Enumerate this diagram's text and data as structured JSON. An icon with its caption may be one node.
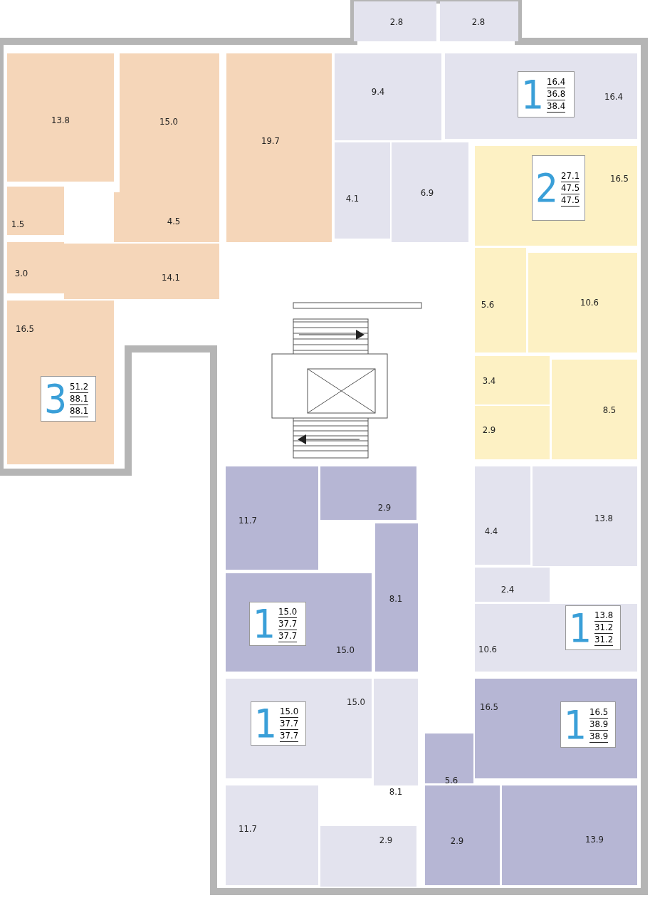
{
  "diagram": {
    "nodes": [
      {
        "text": [
          "2.8"
        ]
      },
      {
        "text": [
          "2.8"
        ]
      },
      {
        "text": [
          "13.8"
        ]
      },
      {
        "text": [
          "15.0"
        ]
      },
      {
        "text": [
          "19.7"
        ]
      },
      {
        "text": [
          "1.5"
        ]
      },
      {
        "text": [
          "4.5"
        ]
      },
      {
        "text": [
          "3.0"
        ]
      },
      {
        "text": [
          "14.1"
        ]
      },
      {
        "text": [
          "16.5"
        ]
      },
      {
        "text": [
          "3",
          "51.2",
          "88.1",
          "88.1"
        ],
        "in": 9
      },
      {
        "text": [
          "9.4"
        ]
      },
      {
        "text": [
          "16.4"
        ]
      },
      {
        "text": [
          "1",
          "16.4",
          "36.8",
          "38.4"
        ],
        "in": 12
      },
      {
        "text": [
          "4.1"
        ]
      },
      {
        "text": [
          "6.9"
        ]
      },
      {
        "text": [
          "16.5"
        ]
      },
      {
        "text": [
          "2",
          "27.1",
          "47.5",
          "47.5"
        ],
        "in": 16
      },
      {
        "text": [
          "5.6"
        ]
      },
      {
        "text": [
          "10.6"
        ]
      },
      {
        "text": [
          "3.4"
        ]
      },
      {
        "text": [
          "2.9"
        ]
      },
      {
        "text": [
          "8.5"
        ]
      },
      {
        "text": [
          "4.4"
        ]
      },
      {
        "text": [
          "13.8"
        ]
      },
      {
        "text": [
          "2.4"
        ]
      },
      {
        "text": [
          "10.6"
        ]
      },
      {
        "text": [
          "1",
          "13.8",
          "31.2",
          "31.2"
        ],
        "in": 26
      },
      {
        "text": [
          "11.7"
        ]
      },
      {
        "text": [
          "2.9"
        ]
      },
      {
        "text": [
          "8.1"
        ]
      },
      {
        "text": [
          "15.0"
        ]
      },
      {
        "text": [
          "1",
          "15.0",
          "37.7",
          "37.7"
        ],
        "in": 31
      },
      {
        "text": [
          "15.0"
        ]
      },
      {
        "text": [
          "1",
          "15.0",
          "37.7",
          "37.7"
        ],
        "in": 33
      },
      {
        "text": [
          "8.1"
        ]
      },
      {
        "text": [
          "11.7"
        ]
      },
      {
        "text": [
          "2.9"
        ]
      },
      {
        "text": [
          "16.5"
        ]
      },
      {
        "text": [
          "1",
          "16.5",
          "38.9",
          "38.9"
        ],
        "in": 38
      },
      {
        "text": [
          "5.6"
        ]
      },
      {
        "text": [
          "2.9"
        ]
      },
      {
        "text": [
          "13.9"
        ]
      }
    ]
  }
}
